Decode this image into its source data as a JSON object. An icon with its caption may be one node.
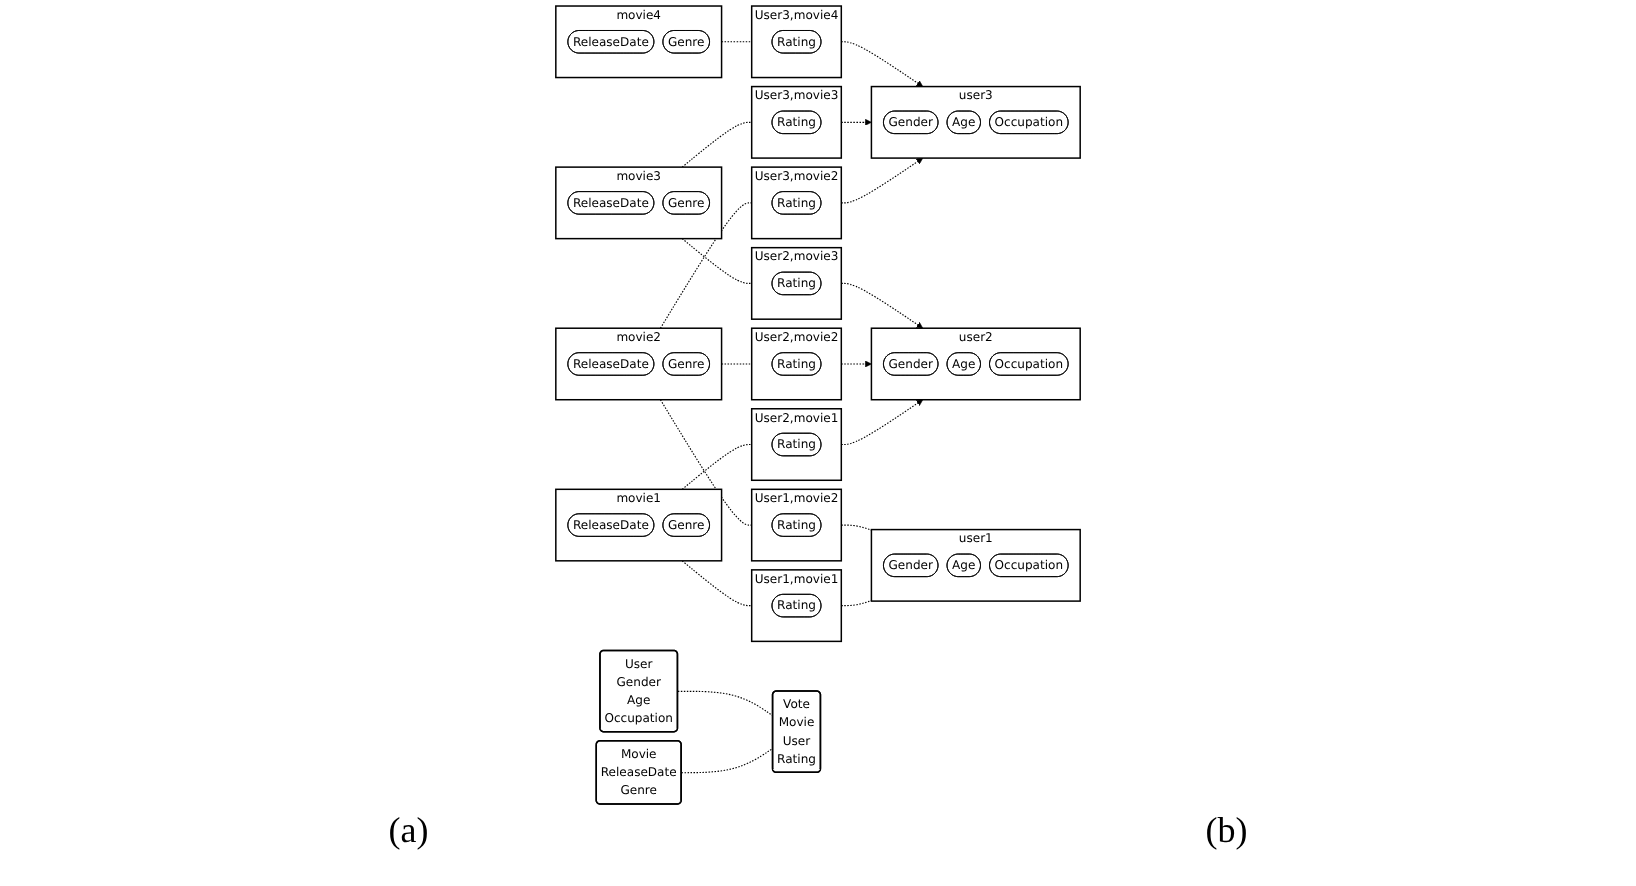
{
  "diagram": {
    "nodes": [
      {
        "text": [
          "Movie",
          "ReleaseDate",
          "Genre"
        ]
      },
      {
        "text": [
          "User",
          "Gender",
          "Age",
          "Occupation"
        ]
      },
      {
        "text": [
          "Vote",
          "Movie",
          "User",
          "Rating"
        ]
      },
      {
        "text": [
          "movie1"
        ]
      },
      {
        "text": [
          "ReleaseDate"
        ],
        "in": 3
      },
      {
        "text": [
          "Genre"
        ],
        "in": 3
      },
      {
        "text": [
          "movie2"
        ]
      },
      {
        "text": [
          "ReleaseDate"
        ],
        "in": 6
      },
      {
        "text": [
          "Genre"
        ],
        "in": 6
      },
      {
        "text": [
          "movie3"
        ]
      },
      {
        "text": [
          "ReleaseDate"
        ],
        "in": 9
      },
      {
        "text": [
          "Genre"
        ],
        "in": 9
      },
      {
        "text": [
          "movie4"
        ]
      },
      {
        "text": [
          "ReleaseDate"
        ],
        "in": 12
      },
      {
        "text": [
          "Genre"
        ],
        "in": 12
      },
      {
        "text": [
          "User1,movie1"
        ]
      },
      {
        "text": [
          "Rating"
        ],
        "in": 15
      },
      {
        "text": [
          "User1,movie2"
        ]
      },
      {
        "text": [
          "Rating"
        ],
        "in": 17
      },
      {
        "text": [
          "User2,movie1"
        ]
      },
      {
        "text": [
          "Rating"
        ],
        "in": 19
      },
      {
        "text": [
          "User2,movie2"
        ]
      },
      {
        "text": [
          "Rating"
        ],
        "in": 21
      },
      {
        "text": [
          "User2,movie3"
        ]
      },
      {
        "text": [
          "Rating"
        ],
        "in": 23
      },
      {
        "text": [
          "User3,movie2"
        ]
      },
      {
        "text": [
          "Rating"
        ],
        "in": 25
      },
      {
        "text": [
          "User3,movie3"
        ]
      },
      {
        "text": [
          "Rating"
        ],
        "in": 27
      },
      {
        "text": [
          "User3,movie4"
        ]
      },
      {
        "text": [
          "Rating"
        ],
        "in": 29
      },
      {
        "text": [
          "user1"
        ]
      },
      {
        "text": [
          "Gender"
        ],
        "in": 31
      },
      {
        "text": [
          "Age"
        ],
        "in": 31
      },
      {
        "text": [
          "Occupation"
        ],
        "in": 31
      },
      {
        "text": [
          "user2"
        ]
      },
      {
        "text": [
          "Gender"
        ],
        "in": 35
      },
      {
        "text": [
          "Age"
        ],
        "in": 35
      },
      {
        "text": [
          "Occupation"
        ],
        "in": 35
      },
      {
        "text": [
          "user3"
        ]
      },
      {
        "text": [
          "Gender"
        ],
        "in": 39
      },
      {
        "text": [
          "Age"
        ],
        "in": 39
      },
      {
        "text": [
          "Occupation"
        ],
        "in": 39
      }
    ],
    "edges": [
      {
        "from": 0,
        "to": 2,
        "arrow": "none",
        "style": "dashed"
      },
      {
        "from": 1,
        "to": 2,
        "arrow": "none",
        "style": "dashed"
      },
      {
        "from": 3,
        "to": 15,
        "arrow": "none",
        "style": "dashed"
      },
      {
        "from": 3,
        "to": 19,
        "arrow": "none",
        "style": "dashed"
      },
      {
        "from": 6,
        "to": 17,
        "arrow": "none",
        "style": "dashed"
      },
      {
        "from": 6,
        "to": 21,
        "arrow": "none",
        "style": "dashed"
      },
      {
        "from": 6,
        "to": 25,
        "arrow": "none",
        "style": "dashed"
      },
      {
        "from": 9,
        "to": 23,
        "arrow": "none",
        "style": "dashed"
      },
      {
        "from": 9,
        "to": 27,
        "arrow": "none",
        "style": "dashed"
      },
      {
        "from": 12,
        "to": 29,
        "arrow": "none",
        "style": "dashed"
      },
      {
        "from": 15,
        "to": 31,
        "arrow": "none",
        "style": "dashed"
      },
      {
        "from": 17,
        "to": 31,
        "arrow": "none",
        "style": "dashed"
      },
      {
        "from": 19,
        "to": 35,
        "arrow": "to",
        "style": "dashed"
      },
      {
        "from": 21,
        "to": 35,
        "arrow": "to",
        "style": "dashed"
      },
      {
        "from": 23,
        "to": 35,
        "arrow": "to",
        "style": "dashed"
      },
      {
        "from": 25,
        "to": 39,
        "arrow": "to",
        "style": "dashed"
      },
      {
        "from": 27,
        "to": 39,
        "arrow": "to",
        "style": "dashed"
      },
      {
        "from": 29,
        "to": 39,
        "arrow": "to",
        "style": "dashed"
      }
    ],
    "labels": [
      "(a)",
      "(b)"
    ]
  }
}
